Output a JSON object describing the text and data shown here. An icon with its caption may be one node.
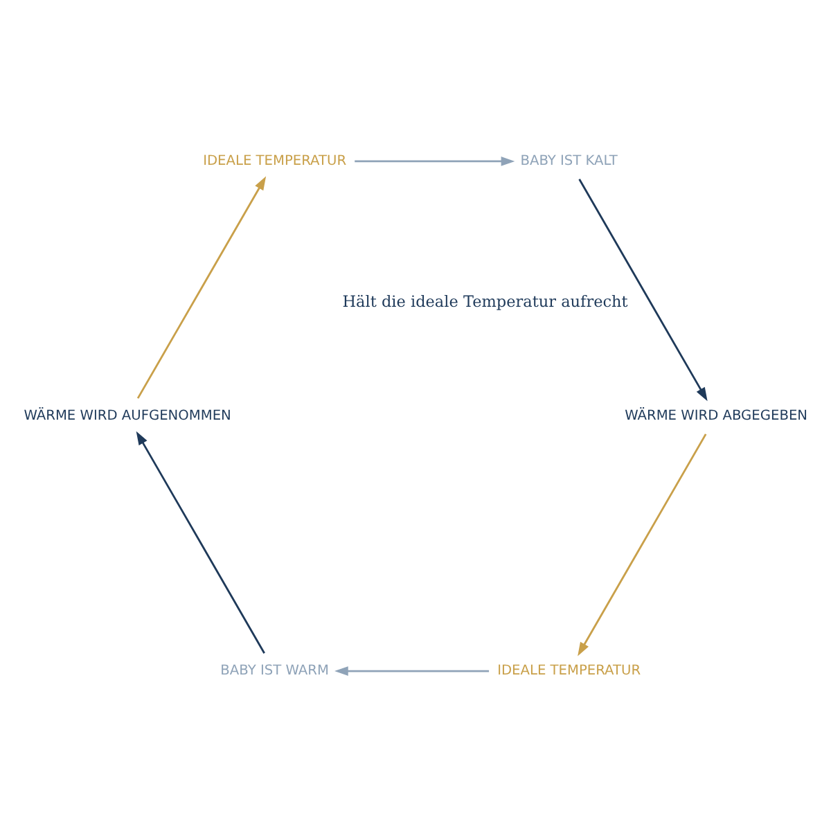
{
  "diagram": {
    "nodes": [
      {
        "text": [
          "IDEALE TEMPERATUR"
        ]
      },
      {
        "text": [
          "BABY IST WARM"
        ]
      },
      {
        "text": [
          "WÄRME WIRD AUFGENOMMEN"
        ]
      },
      {
        "text": [
          "IDEALE TEMPERATUR"
        ]
      },
      {
        "text": [
          "BABY IST KALT"
        ]
      },
      {
        "text": [
          "WÄRME WIRD ABGEGEBEN"
        ]
      }
    ],
    "edges": [
      {
        "from": 0,
        "to": 1,
        "arrow": "to",
        "color": "#8fa3b8"
      },
      {
        "from": 1,
        "to": 2,
        "arrow": "to",
        "color": "#1f3a5a"
      },
      {
        "from": 2,
        "to": 3,
        "arrow": "to",
        "color": "#c9a04a"
      },
      {
        "from": 3,
        "to": 4,
        "arrow": "to",
        "color": "#8fa3b8"
      },
      {
        "from": 4,
        "to": 5,
        "arrow": "to",
        "color": "#1f3a5a"
      },
      {
        "from": 5,
        "to": 0,
        "arrow": "to",
        "color": "#c9a04a"
      }
    ],
    "labels": [
      "Hält die ideale Temperatur aufrecht"
    ]
  }
}
